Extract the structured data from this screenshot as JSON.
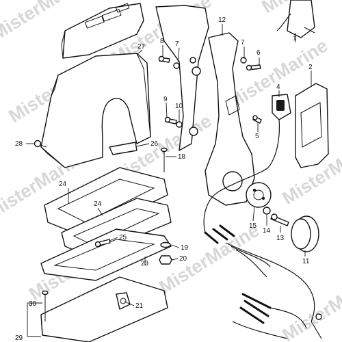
{
  "watermark": "MisterMarine",
  "callouts": {
    "c1": "1",
    "c2": "2",
    "c4": "4",
    "c5": "5",
    "c6": "6",
    "c7": "7",
    "c8": "8",
    "c9": "9",
    "c10": "10",
    "c11": "11",
    "c12": "12",
    "c13": "13",
    "c14": "14",
    "c15": "15",
    "c18": "18",
    "c19": "19",
    "c20": "20",
    "c21": "21",
    "c23": "23",
    "c24a": "24",
    "c24b": "24",
    "c25": "25",
    "c26": "26",
    "c27": "27",
    "c28": "28",
    "c29": "29",
    "c30": "30"
  }
}
